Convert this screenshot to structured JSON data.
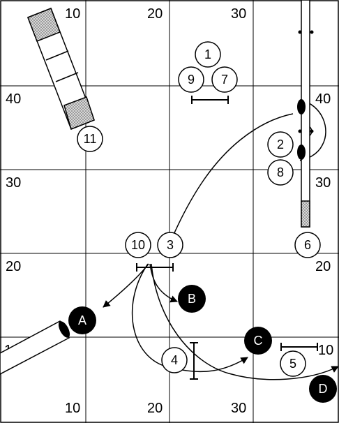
{
  "grid_labels": {
    "top": [
      "10",
      "20",
      "30"
    ],
    "bottom": [
      "10",
      "20",
      "30"
    ],
    "left": [
      "40",
      "30",
      "20",
      "1"
    ],
    "right": [
      "40",
      "30",
      "20",
      "10"
    ]
  },
  "numbered_markers": {
    "m1": "1",
    "m2": "2",
    "m3": "3",
    "m4": "4",
    "m5": "5",
    "m6": "6",
    "m7": "7",
    "m8": "8",
    "m9": "9",
    "m10": "10",
    "m11": "11"
  },
  "lettered_markers": {
    "a": "A",
    "b": "B",
    "c": "C",
    "d": "D"
  },
  "colors": {
    "line": "#000000",
    "background": "#ffffff",
    "hatch": "#cccccc"
  }
}
